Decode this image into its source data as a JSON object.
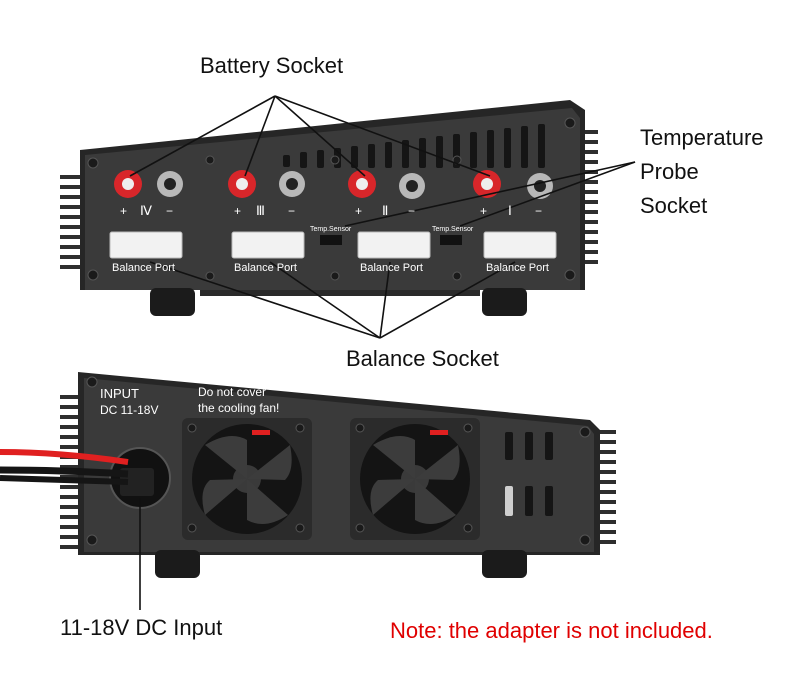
{
  "callouts": {
    "battery_socket": "Battery Socket",
    "temp_probe_line1": "Temperature",
    "temp_probe_line2": "Probe",
    "temp_probe_line3": "Socket",
    "balance_socket": "Balance Socket",
    "dc_input": "11-18V DC Input"
  },
  "note": {
    "text": "Note: the adapter is not included.",
    "color": "#e00000"
  },
  "front_panel": {
    "channel_numerals": [
      "Ⅳ",
      "Ⅲ",
      "Ⅱ",
      "Ⅰ"
    ],
    "plus_symbol": "+",
    "minus_symbol": "−",
    "balance_port_label": "Balance Port",
    "temp_sensor_label": "Temp.Sensor"
  },
  "back_panel": {
    "input_line1": "INPUT",
    "input_line2": "DC 11-18V",
    "warning_line1": "Do not cover",
    "warning_line2": "the cooling fan!"
  },
  "colors": {
    "housing": "#2a2a2a",
    "panel": "#3a3a3a",
    "socket_red": "#d8262a",
    "cable_red": "#e02020"
  }
}
